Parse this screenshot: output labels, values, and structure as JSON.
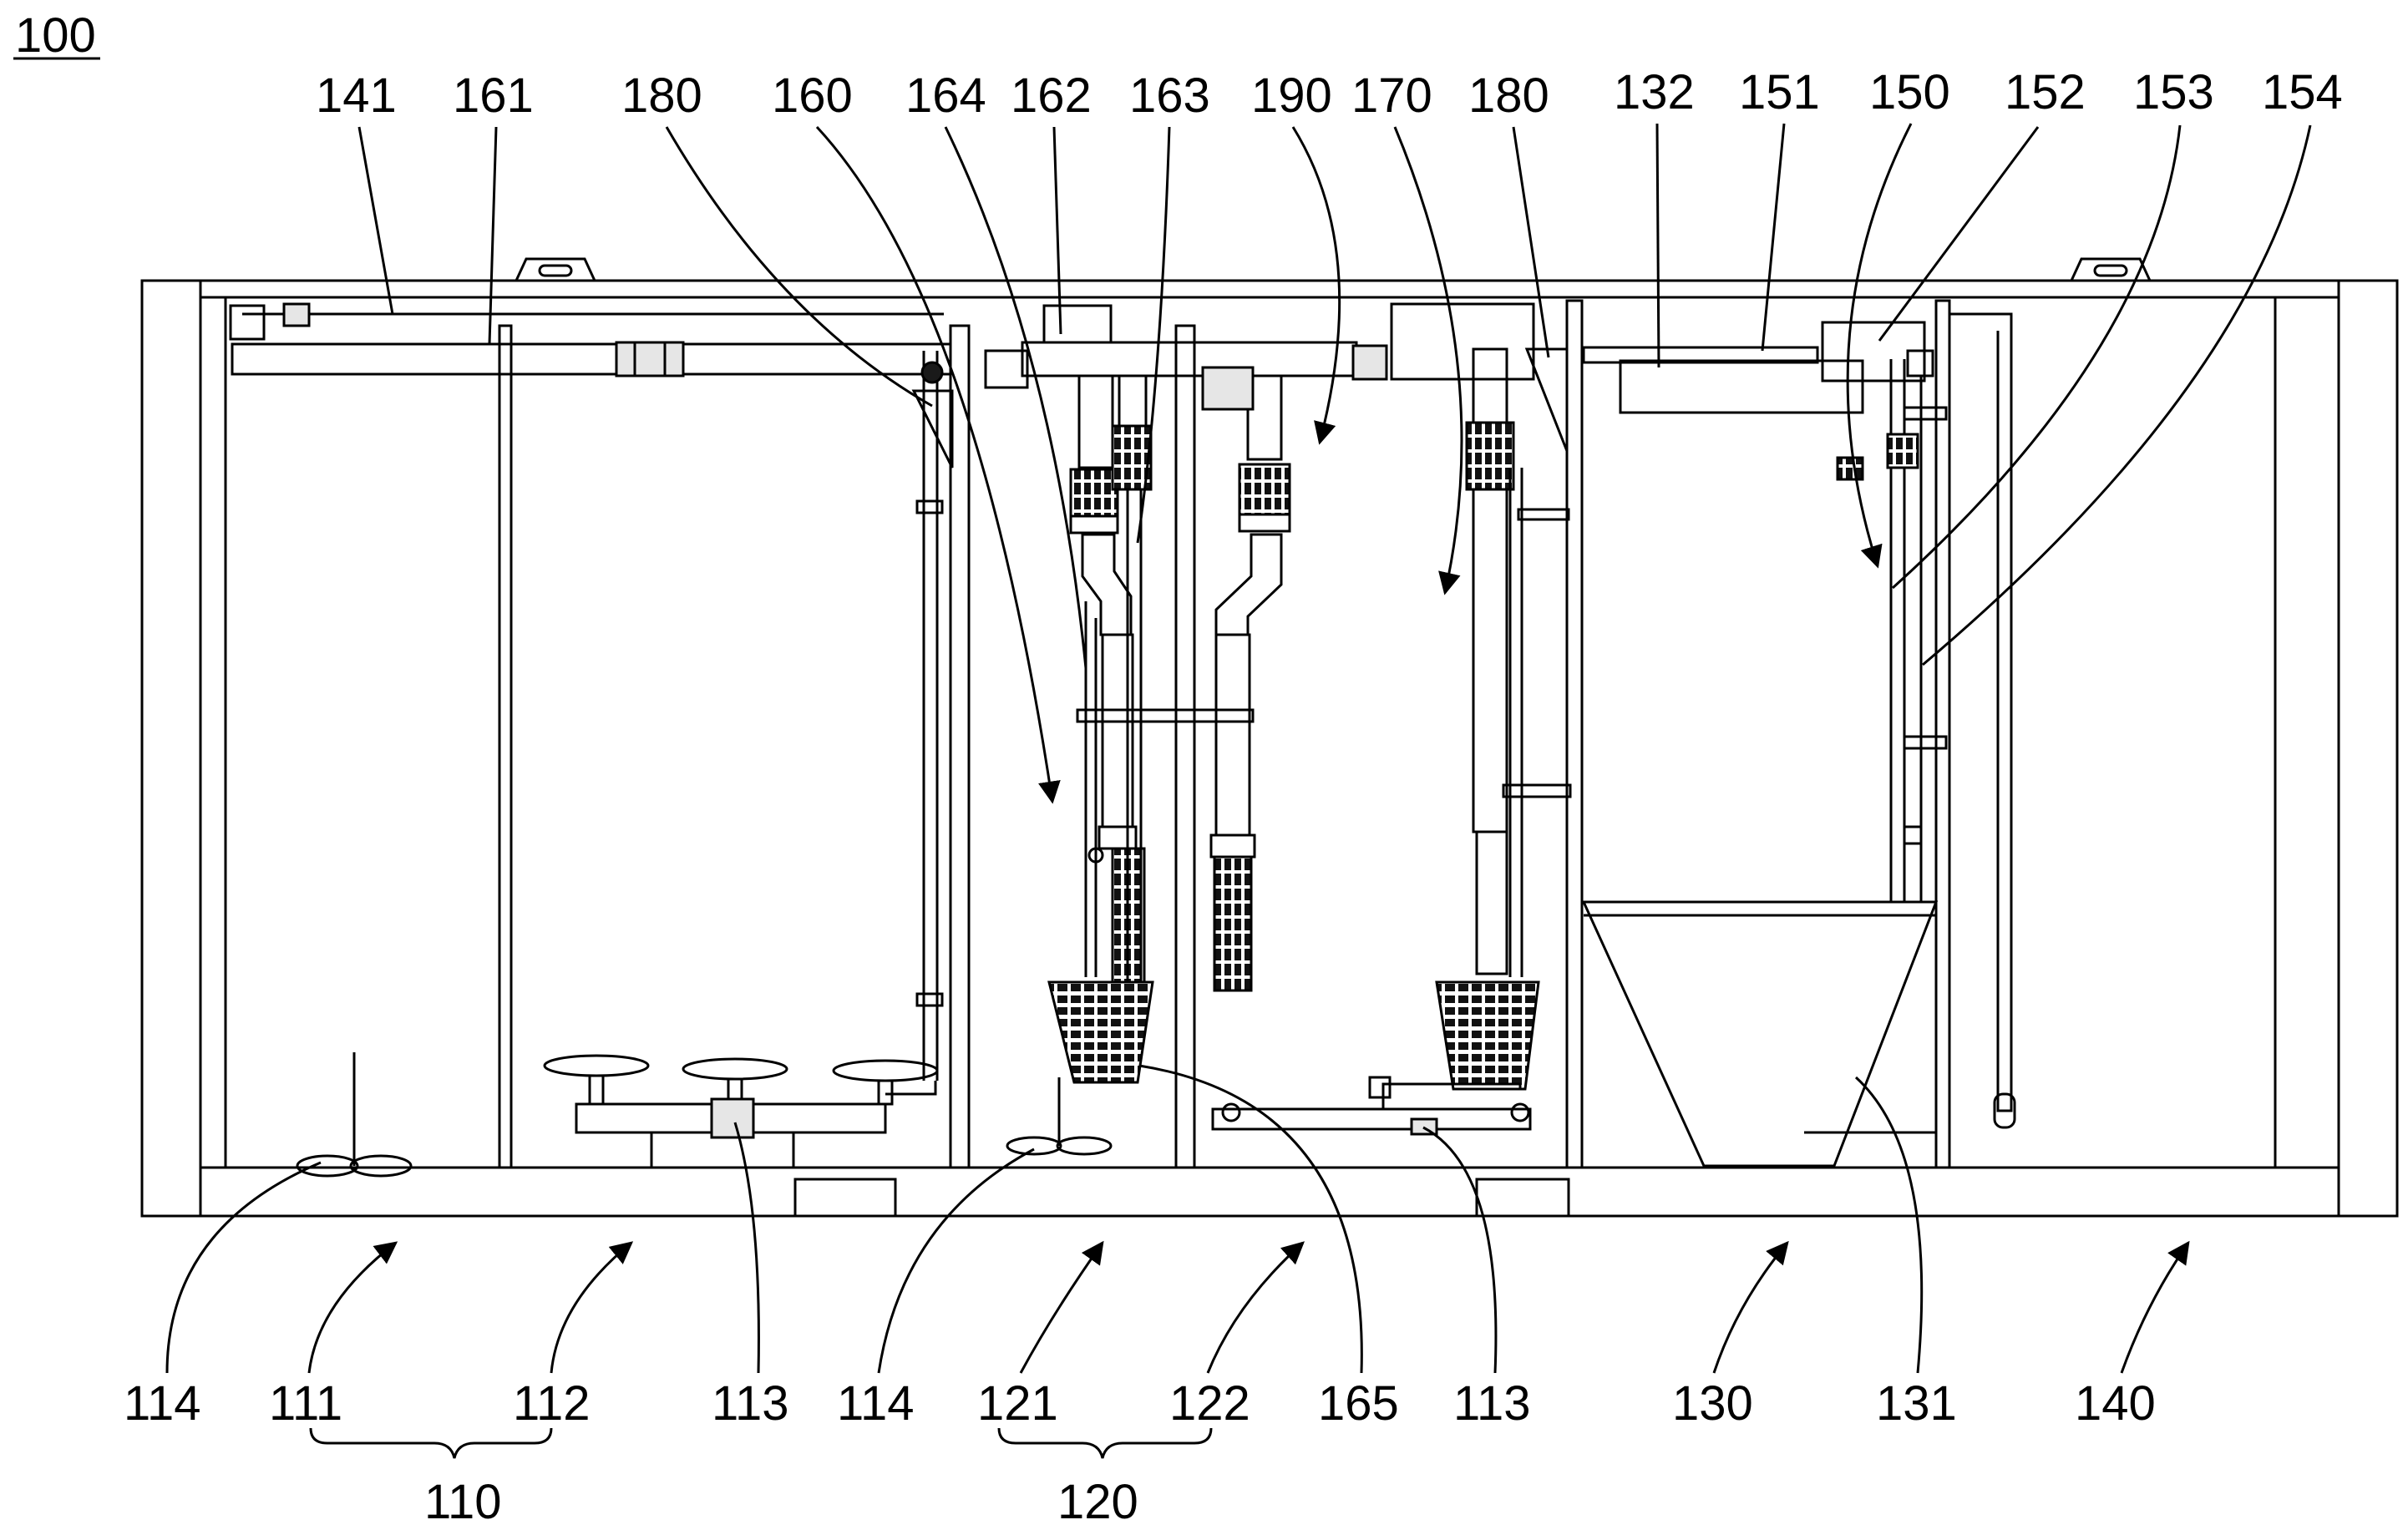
{
  "figure_number": "100",
  "colors": {
    "line": "#000000",
    "background": "#ffffff",
    "fill_light": "#e6e6e6",
    "fill_dark": "#1a1a1a"
  },
  "labels": {
    "top": [
      "141",
      "161",
      "180",
      "160",
      "164",
      "162",
      "163",
      "190",
      "170",
      "180",
      "132",
      "151",
      "150",
      "152",
      "153",
      "154"
    ],
    "bottom": [
      "114",
      "111",
      "112",
      "113",
      "114",
      "121",
      "122",
      "165",
      "113",
      "130",
      "131",
      "140"
    ],
    "groups": [
      "110",
      "120"
    ]
  }
}
